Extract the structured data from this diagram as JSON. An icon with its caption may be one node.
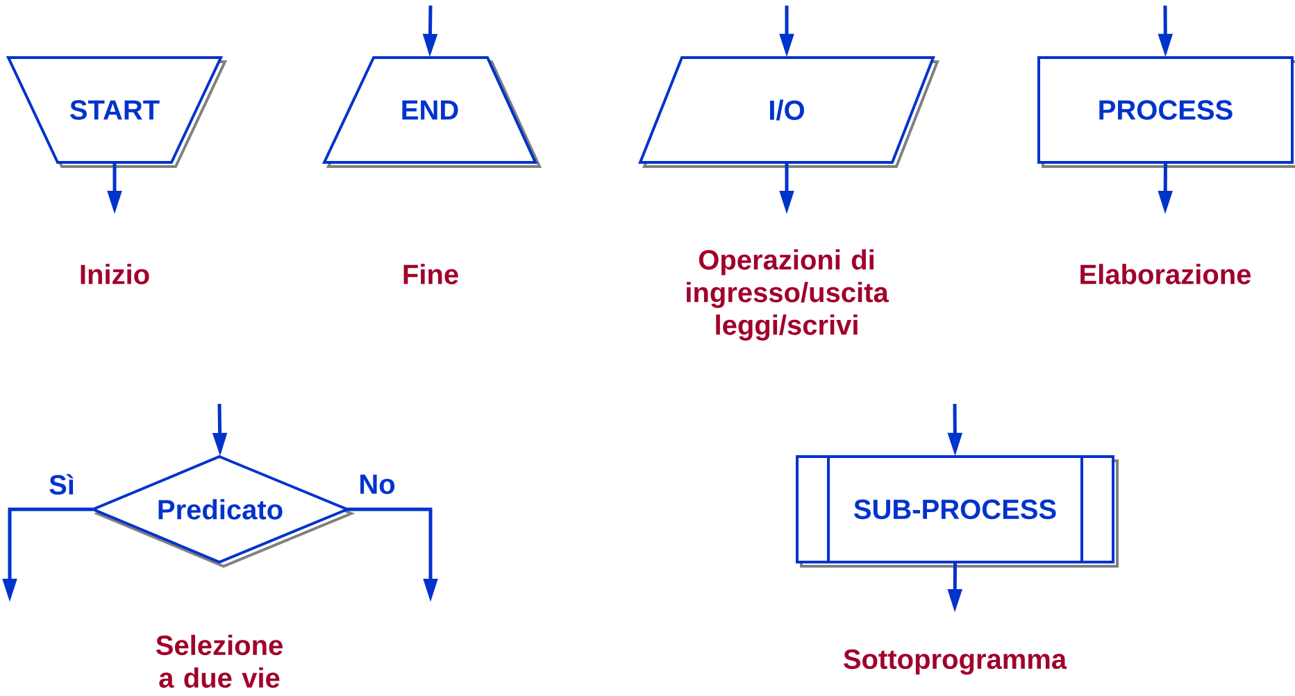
{
  "diagram": {
    "nodes": [
      {
        "text": [
          "START"
        ],
        "beside": [
          "Inizio"
        ]
      },
      {
        "text": [
          "END"
        ],
        "beside": [
          "Fine"
        ]
      },
      {
        "text": [
          "I/O"
        ],
        "beside": [
          "Operazioni di ingresso/uscita leggi/scrivi"
        ]
      },
      {
        "text": [
          "PROCESS"
        ],
        "beside": [
          "Elaborazione"
        ]
      },
      {
        "text": [
          "Predicato"
        ],
        "beside": [
          "Selezione a due vie"
        ]
      },
      {
        "text": [
          "SUB-PROCESS"
        ],
        "beside": [
          "Sottoprogramma"
        ]
      }
    ],
    "edges": [
      {
        "from": 0,
        "to": null,
        "arrow": "to"
      },
      {
        "from": null,
        "to": 1,
        "arrow": "to"
      },
      {
        "from": null,
        "to": 2,
        "arrow": "to"
      },
      {
        "from": 2,
        "to": null,
        "arrow": "to"
      },
      {
        "from": null,
        "to": 3,
        "arrow": "to"
      },
      {
        "from": 3,
        "to": null,
        "arrow": "to"
      },
      {
        "from": null,
        "to": 4,
        "arrow": "to"
      },
      {
        "from": 4,
        "to": null,
        "arrow": "to",
        "label": "Sì"
      },
      {
        "from": 4,
        "to": null,
        "arrow": "to",
        "label": "No"
      },
      {
        "from": null,
        "to": 5,
        "arrow": "to"
      },
      {
        "from": 5,
        "to": null,
        "arrow": "to"
      }
    ]
  }
}
